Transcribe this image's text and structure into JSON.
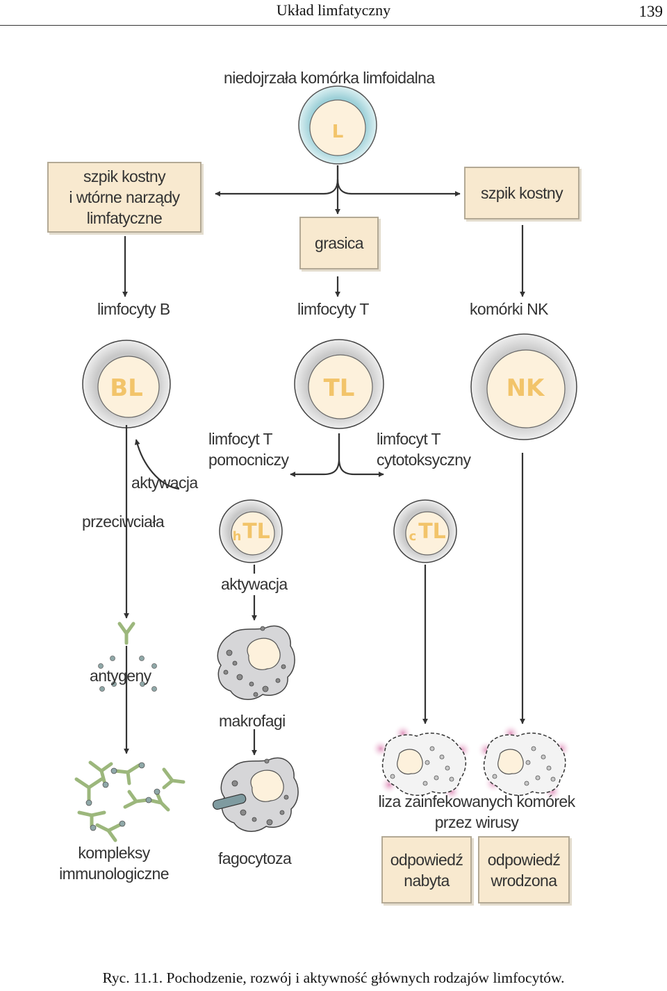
{
  "header": {
    "title": "Układ limfatyczny",
    "page_number": "139"
  },
  "nodes": {
    "progenitor_label": "niedojrzała komórka limfoidalna",
    "progenitor_cell": "L",
    "box_left_line1": "szpik kostny",
    "box_left_line2": "i wtórne narządy",
    "box_left_line3": "limfatyczne",
    "box_center": "grasica",
    "box_right": "szpik kostny",
    "label_b": "limfocyty B",
    "label_t": "limfocyty T",
    "label_nk": "komórki NK",
    "cell_b": "BL",
    "cell_t": "TL",
    "cell_nk": "NK",
    "helper_line1": "limfocyt T",
    "helper_line2": "pomocniczy",
    "cytotoxic_line1": "limfocyt T",
    "cytotoxic_line2": "cytotoksyczny",
    "activation_1": "aktywacja",
    "antibodies": "przeciwciała",
    "cell_htl_sub": "h",
    "cell_htl": "TL",
    "cell_ctl_sub": "c",
    "cell_ctl": "TL",
    "activation_2": "aktywacja",
    "antigens": "antygeny",
    "macrophages": "makrofagi",
    "lysis_line1": "liza zainfekowanych komórek",
    "lysis_line2": "przez wirusy",
    "complexes_line1": "kompleksy",
    "complexes_line2": "immunologiczne",
    "phagocytosis": "fagocytoza",
    "acquired_line1": "odpowiedź",
    "acquired_line2": "nabyta",
    "innate_line1": "odpowiedź",
    "innate_line2": "wrodzona"
  },
  "caption": "Ryc. 11.1. Pochodzenie, rozwój i aktywność głównych rodzajów limfocytów.",
  "colors": {
    "box_fill": "#f8e9cf",
    "cell_nucleus": "#fdf1dc",
    "cell_ring": "#dcdcdc",
    "progenitor_ring": "#b7dde3",
    "cell_letters": "#f2c46a",
    "antibody": "#b9d29a",
    "macrophage": "#d9d9db",
    "lysis_spot": "#e7b6cf",
    "line": "#333333"
  }
}
